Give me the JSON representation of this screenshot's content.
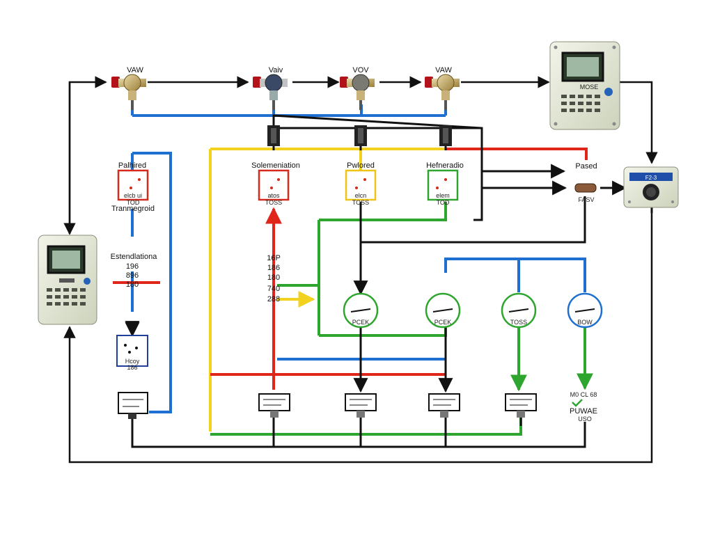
{
  "colors": {
    "black": "#111111",
    "blue": "#1f6fd1",
    "red": "#e0261b",
    "yellow": "#f2d21f",
    "green": "#2ea52e",
    "device": "#e6ead9"
  },
  "valves": {
    "v1": "VAW",
    "v2": "Vaiv",
    "v3": "VOV",
    "v4": "VAW"
  },
  "controller": {
    "label": "MOSE"
  },
  "sensors": {
    "s1": {
      "title": "Palhired",
      "sub1": "elcb ui",
      "sub2": "TOD"
    },
    "s2": {
      "title": "Solemeniation",
      "sub1": "atos",
      "sub2": "TOSS"
    },
    "s3": {
      "title": "Pwlored",
      "sub1": "elcn",
      "sub2": "TOSS"
    },
    "s4": {
      "title": "Hefneradio",
      "sub1": "elem",
      "sub2": "TOD"
    }
  },
  "left_labels": {
    "transmit": "Tranmegroid",
    "block_title": "Estendlationa",
    "r1": "196",
    "r2": "896",
    "r3": "180"
  },
  "mid_labels": {
    "r1": "16P",
    "r2": "186",
    "r3": "180",
    "r4": "740",
    "r5": "288"
  },
  "left_module": {
    "line1": "Hcoy",
    "line2": "186"
  },
  "right_side": {
    "pased": "Pased",
    "fuse": "FASV",
    "display": "F2-3"
  },
  "gauges": {
    "g1": "PCEK",
    "g2": "PCEK",
    "g3": "TOSS",
    "g4": "BOW"
  },
  "result": {
    "line1": "M0 CL 68",
    "line2": "PUWAE",
    "line3": "USO"
  }
}
